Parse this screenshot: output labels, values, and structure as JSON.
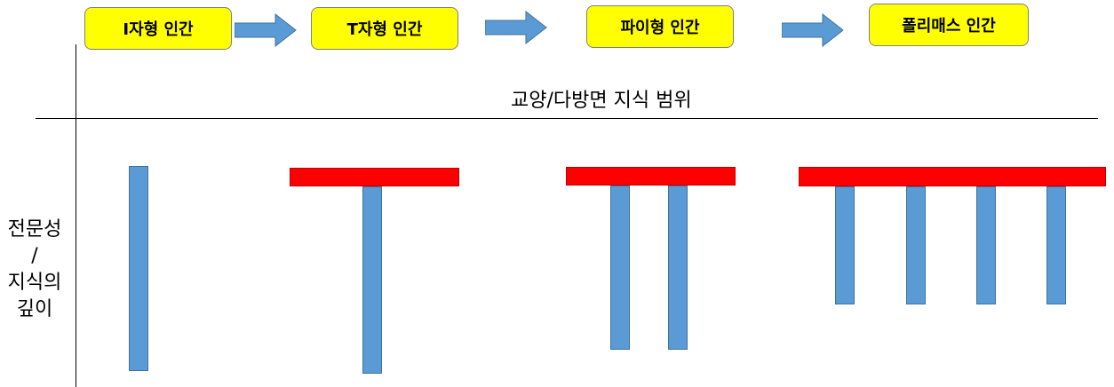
{
  "stages": [
    {
      "label": "I자형 인간"
    },
    {
      "label": "T자형 인간"
    },
    {
      "label": "파이형 인간"
    },
    {
      "label": "폴리매스 인간"
    }
  ],
  "axes": {
    "x_label": "교양/다방면 지식 범위",
    "y_label_lines": [
      "전문성",
      "/",
      "지식의",
      "깊이"
    ]
  },
  "colors": {
    "label_fill": "#ffff00",
    "arrow_fill": "#5b9bd5",
    "depth_bar": "#5b9bd5",
    "breadth_bar": "#ff0000"
  },
  "figures": [
    {
      "name": "I-shape",
      "breadth_bars": 0,
      "depth_bars": 1
    },
    {
      "name": "T-shape",
      "breadth_bars": 1,
      "depth_bars": 1
    },
    {
      "name": "Pi-shape",
      "breadth_bars": 1,
      "depth_bars": 2
    },
    {
      "name": "Polymath",
      "breadth_bars": 1,
      "depth_bars": 4
    }
  ]
}
